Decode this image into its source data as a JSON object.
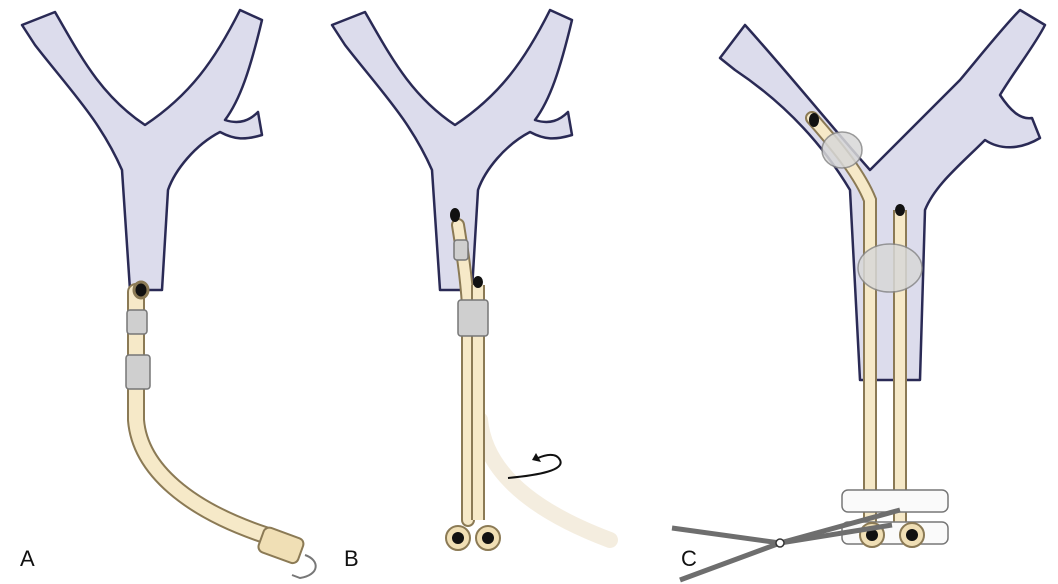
{
  "panels": [
    {
      "id": "A",
      "label": "A"
    },
    {
      "id": "B",
      "label": "B"
    },
    {
      "id": "C",
      "label": "C"
    }
  ],
  "colors": {
    "airway_fill": "#dcdcec",
    "airway_stroke": "#2a2a55",
    "tube_fill": "#f6e9c8",
    "tube_stroke": "#8b7a55",
    "cuff_fill": "#cfcfcf",
    "lumen_fill": "#111111",
    "instrument": "#6e6e6e"
  },
  "icons": [
    "rotation-arrow-icon",
    "forceps-icon",
    "teeth-icon"
  ]
}
